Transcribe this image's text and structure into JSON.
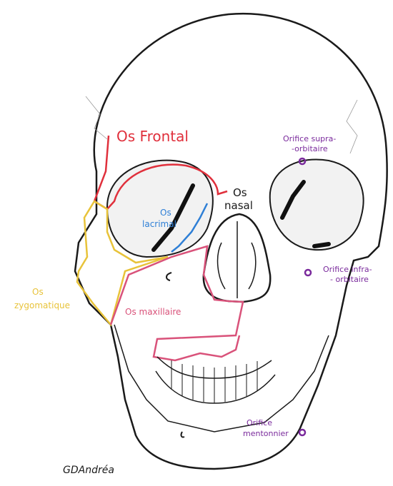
{
  "labels": {
    "frontal": "Os Frontal",
    "nasal_line1": "Os",
    "nasal_line2": "nasal",
    "lacrimal_line1": "Os",
    "lacrimal_line2": "lacrimal",
    "zygomatic_line1": "Os",
    "zygomatic_line2": "zygomatique",
    "maxillaire": "Os maxillaire",
    "supra_line1": "Orifice supra-",
    "supra_line2": "-orbitaire",
    "infra_line1": "Orifice infra-",
    "infra_line2": "- orbitaire",
    "mental_line1": "Orifice",
    "mental_line2": "mentonnier",
    "signature": "GDAndréa"
  },
  "colors": {
    "frontal": "#e0303c",
    "lacrimal": "#2e7fd6",
    "zygomatic": "#e8c33a",
    "maxillary": "#d9527a",
    "foramen": "#7a2a9c",
    "outline": "#1a1a1a"
  }
}
